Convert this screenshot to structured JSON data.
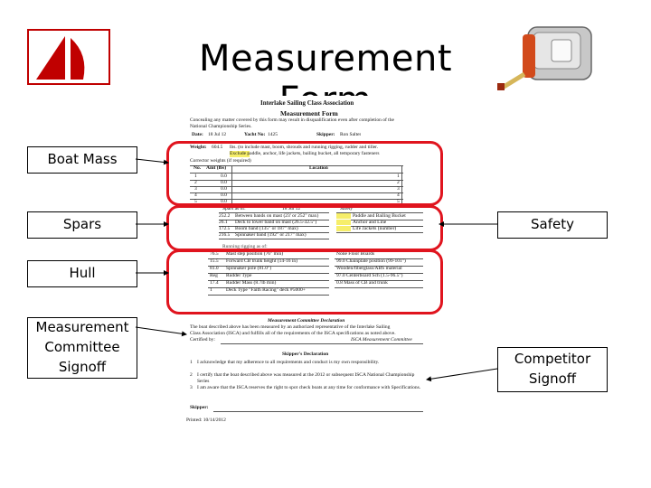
{
  "slide": {
    "title": "Measurement Form",
    "labels": {
      "boat_mass": "Boat Mass",
      "spars": "Spars",
      "hull": "Hull",
      "measurement_committee": "Measurement\nCommittee\nSignoff",
      "safety": "Safety",
      "competitor": "Competitor\nSignoff"
    },
    "logo_icon": "sailboat-logo-icon",
    "tape_icon": "tape-measure-icon",
    "highlight_color": "#e0141e"
  },
  "form": {
    "header1": "Interlake Sailing Class Association",
    "header2": "Measurement Form",
    "intro": "Concealing any matter covered by this form may result in disqualification even after completion of the",
    "intro2": "National Championship Series.",
    "date_label": "Date:",
    "date_value": "18 Jul 12",
    "yacht_label": "Yacht No:",
    "yacht_value": "1425",
    "skipper_label": "Skipper:",
    "skipper_value": "Ron Salter",
    "weight_label": "Weight:",
    "weight_value": "604.5",
    "weight_note": "lbs. (to include mast, boom, shrouds and running rigging, rudder and tiller.",
    "weight_note2": "Exclude paddle, anchor, life jackets, bailing bucket, all temporary fasteners",
    "corrector_label": "Corrector weights (if required)",
    "table_headers": [
      "No.",
      "Amt (lbs)",
      "Location"
    ],
    "table_rows": [
      [
        "1",
        "0.0",
        "1"
      ],
      [
        "2",
        "0.0",
        "2"
      ],
      [
        "3",
        "0.0",
        "3"
      ],
      [
        "4",
        "0.0",
        "4"
      ],
      [
        "5",
        "0.0",
        "5"
      ]
    ],
    "spars_heading": "Spars as of:",
    "spars_date": "18 Jul 12",
    "spars_rows": [
      [
        "252.2",
        "Between bands on mast (23' or 252\" max)"
      ],
      [
        "26.1",
        "Deck to lower band on mast (26.5-32.5\")"
      ],
      [
        "172.5",
        "Boom band (135\" or 187\" max)"
      ],
      [
        "216.5",
        "Spinnaker band (192\" or 217\" max)"
      ]
    ],
    "safety_heading": "Safety",
    "safety_rows": [
      "Paddle and Bailing Bucket",
      "Anchor and Line",
      "Life Jackets (number)"
    ],
    "hull_rows": [
      [
        "76.5",
        "Mast step position (76\" min)"
      ],
      [
        "15.5",
        "Forward CB trunk height (14-16 in)"
      ],
      [
        "81.0",
        "Spinnaker pole (81.0\")"
      ],
      [
        "Reg",
        "Rudder Type"
      ],
      [
        "17.4",
        "Rudder Mass (8.7lb min)"
      ],
      [
        "1",
        "Deck Type    \"Faith Racing\" deck #5000+"
      ]
    ],
    "hull_right_rows": [
      "None  Floor Boards",
      "99.0  Chainplate position (99-101\")",
      "Wooden/fiberglass/ABS material",
      "97.0  Centerboard Sch (1.5-96.5\")",
      "0.8  Mass of CB and trunk"
    ],
    "committee_heading": "Measurement Committee Declaration",
    "committee_text": "The boat described above has been measured by an authorized representative of the Interlake Sailing",
    "committee_text2": "Class Association (ISCA) and fulfills all of the requirements of the ISCA specifications as noted above.",
    "certified_label": "Certified by:",
    "certified_value": "ISCA Measurement Committee",
    "skipper_decl": "Skipper's Declaration",
    "decl_rows": [
      "I acknowledge that my adherence to all requirements and conduct is my own responsibility.",
      "I certify that the boat described above was measured at the 2012 or subsequent ISCA National Championship Series",
      "I am aware that the ISCA reserves the right to spot check boats at any time for conformance with Specifications."
    ],
    "skipper_sig": "Skipper:",
    "printed": "Printed: 10/14/2012"
  }
}
